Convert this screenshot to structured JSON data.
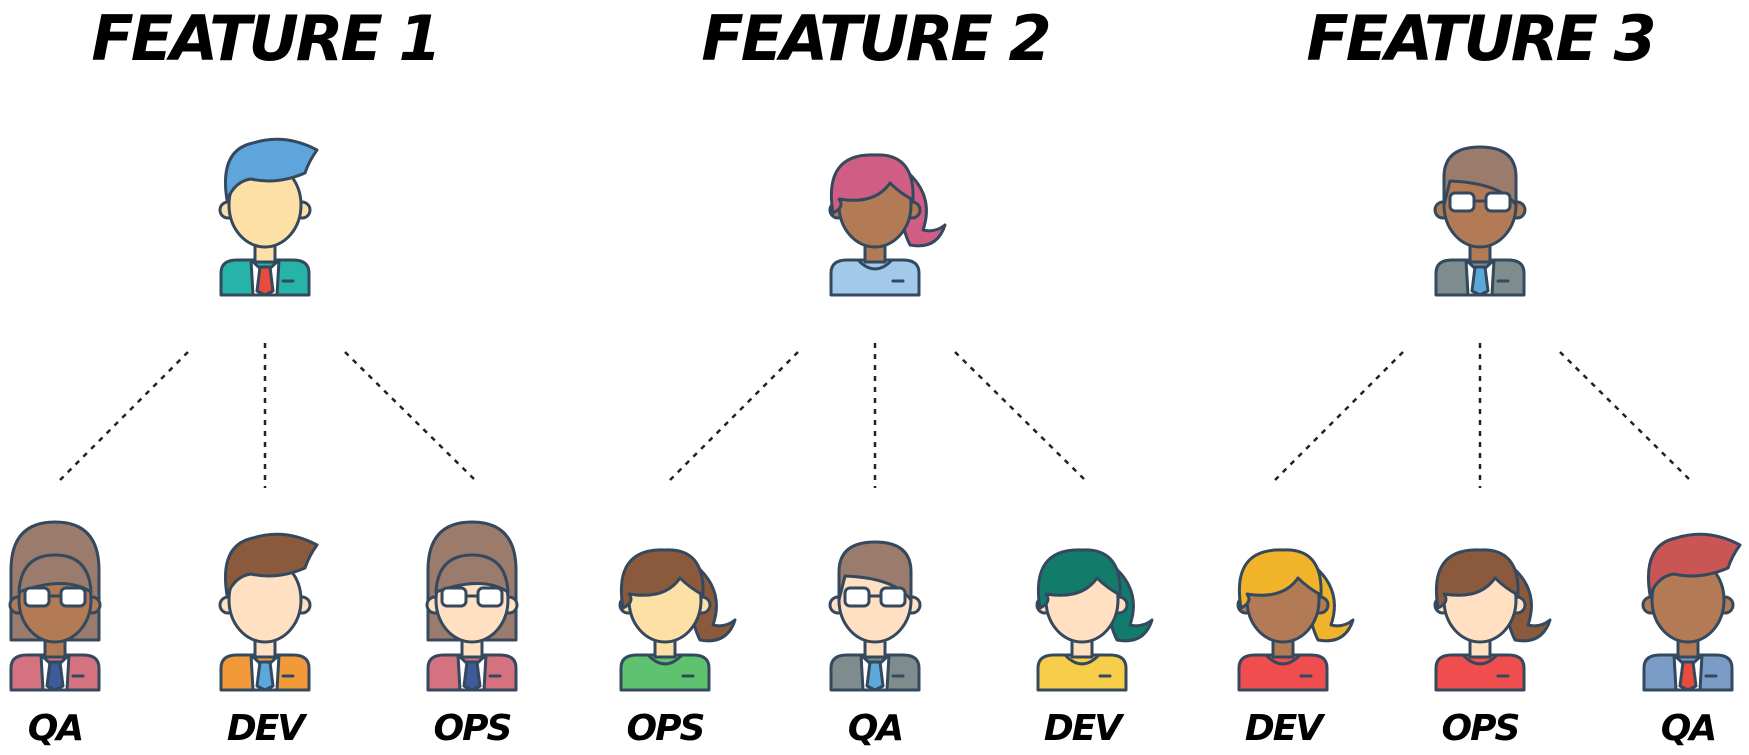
{
  "colors": {
    "outline": "#34495e",
    "connector": "#222222",
    "text": "#000000"
  },
  "features": [
    {
      "title": "FEATURE 1",
      "lead": {
        "hair": "#5ea5db",
        "hairStyle": "quiff",
        "skin": "#fde0a6",
        "shirt": "#26b3a8",
        "tie": "#e74c3c",
        "glasses": false
      },
      "members": [
        {
          "label": "QA",
          "hair": "#9a7b6c",
          "hairStyle": "bob",
          "skin": "#b27a55",
          "shirt": "#d4737f",
          "tie": "#3d5a99",
          "glasses": true
        },
        {
          "label": "DEV",
          "hair": "#8b5a3c",
          "hairStyle": "quiff",
          "skin": "#ffe0c2",
          "shirt": "#f29a3a",
          "tie": "#5da8da",
          "glasses": false
        },
        {
          "label": "OPS",
          "hair": "#9a7b6c",
          "hairStyle": "bob",
          "skin": "#ffe0c2",
          "shirt": "#d4737f",
          "tie": "#3d5a99",
          "glasses": true
        }
      ]
    },
    {
      "title": "FEATURE 2",
      "lead": {
        "hair": "#cf5d84",
        "hairStyle": "ponytail",
        "skin": "#b27a55",
        "shirt": "#a2c8ea",
        "tie": "",
        "glasses": false
      },
      "members": [
        {
          "label": "OPS",
          "hair": "#8b5a3c",
          "hairStyle": "ponytail",
          "skin": "#fde0a6",
          "shirt": "#5fc26e",
          "tie": "",
          "glasses": false
        },
        {
          "label": "QA",
          "hair": "#9a7b6c",
          "hairStyle": "short",
          "skin": "#ffe0c2",
          "shirt": "#7f8c8d",
          "tie": "#5da8da",
          "glasses": true
        },
        {
          "label": "DEV",
          "hair": "#127b6c",
          "hairStyle": "ponytail",
          "skin": "#ffe0c2",
          "shirt": "#f7ce4a",
          "tie": "",
          "glasses": false
        }
      ]
    },
    {
      "title": "FEATURE 3",
      "lead": {
        "hair": "#9a7b6c",
        "hairStyle": "short",
        "skin": "#b27a55",
        "shirt": "#7f8c8d",
        "tie": "#5da8da",
        "glasses": true
      },
      "members": [
        {
          "label": "DEV",
          "hair": "#f0b32a",
          "hairStyle": "ponytail",
          "skin": "#b27a55",
          "shirt": "#f04e4e",
          "tie": "",
          "glasses": false
        },
        {
          "label": "OPS",
          "hair": "#8b5a3c",
          "hairStyle": "ponytail",
          "skin": "#ffe0c2",
          "shirt": "#f04e4e",
          "tie": "",
          "glasses": false
        },
        {
          "label": "QA",
          "hair": "#c95555",
          "hairStyle": "quiff",
          "skin": "#b27a55",
          "shirt": "#7b9cc7",
          "tie": "#e74c3c",
          "glasses": false
        }
      ]
    }
  ]
}
